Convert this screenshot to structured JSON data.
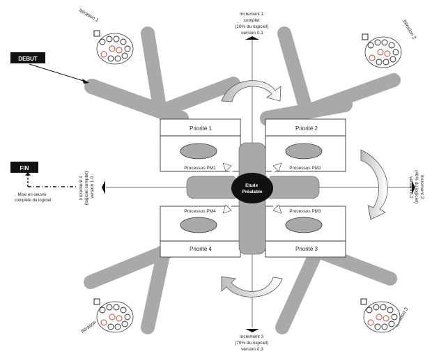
{
  "start_label": "DEBUT",
  "end_label": "FIN",
  "end_note": [
    "Mise en oeuvre",
    "complète du logiciel"
  ],
  "center_label": [
    "Etude",
    "Préalable"
  ],
  "iterations": [
    "Itération 1",
    "Itération 2",
    "Itération 3",
    "Itération 4"
  ],
  "increments": {
    "top": [
      "Increment 1",
      "complet",
      "(10% du logiciel)",
      "version 0.1"
    ],
    "right": [
      "Increment 2",
      "(40% du logiciel)",
      "version 0.2"
    ],
    "bottom": [
      "Increment 3",
      "(70% du logiciel)",
      "version 0.3"
    ],
    "left": [
      "Increment 4",
      "(logiciel complet)",
      "version 1.0"
    ]
  },
  "quadrants": [
    {
      "priority": "Priorité 1",
      "process": "Processus PM1"
    },
    {
      "priority": "Priorité 2",
      "process": "Processus PM2"
    },
    {
      "priority": "Priorité 3",
      "process": "Processus PM3"
    },
    {
      "priority": "Priorité 4",
      "process": "Processus PM4"
    }
  ],
  "colors": {
    "arm": "#a9a9a9",
    "center": "#111111",
    "start": "#111111",
    "circle_accent": "#c0392b"
  }
}
